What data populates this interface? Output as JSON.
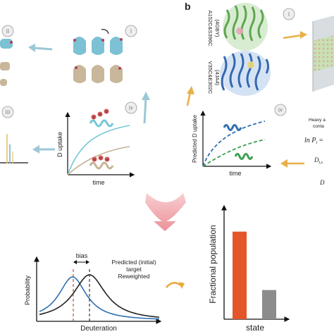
{
  "panel_b_label": "b",
  "roman_numerals": {
    "a_i": "i",
    "a_ii": "ii",
    "a_iii": "iii",
    "a_iv": "iv",
    "b_i": "i",
    "b_iv": "iv"
  },
  "protein_labels": {
    "upper": "A152C&S396C",
    "upper_pdb": "(4GBY)",
    "lower": "V35C&E302C",
    "lower_pdb": "(4JA4)"
  },
  "chart_a_iv": {
    "ylabel": "D uptake",
    "xlabel": "time",
    "deuterium_marks": [
      "D",
      "D",
      "D",
      "H",
      "H",
      "H"
    ]
  },
  "chart_b_iv": {
    "ylabel": "Predicted D uptake",
    "xlabel": "time"
  },
  "equation_box": {
    "line1": "Heavy a",
    "line2": "conta",
    "eq_lhs": "ln P",
    "eq_sub": "i",
    "eq_eq": "=",
    "d1": "D",
    "d1_sub": "i,s",
    "d2": "D"
  },
  "distribution_chart": {
    "ylabel": "Probability",
    "xlabel": "Deuteration",
    "bias_label": "bias",
    "legend": {
      "predicted": "Predicted (initial)",
      "target": "target",
      "reweighted": "Reweighted"
    },
    "colors": {
      "predicted": "#222222",
      "target": "#c0392b",
      "reweighted": "#2f6fb0"
    }
  },
  "population_chart": {
    "type": "bar",
    "ylabel": "Fractional population",
    "xlabel": "state",
    "values": [
      0.84,
      0.28
    ],
    "ylim": [
      0,
      1
    ],
    "colors": [
      "#e2562a",
      "#8c8c8c"
    ]
  }
}
